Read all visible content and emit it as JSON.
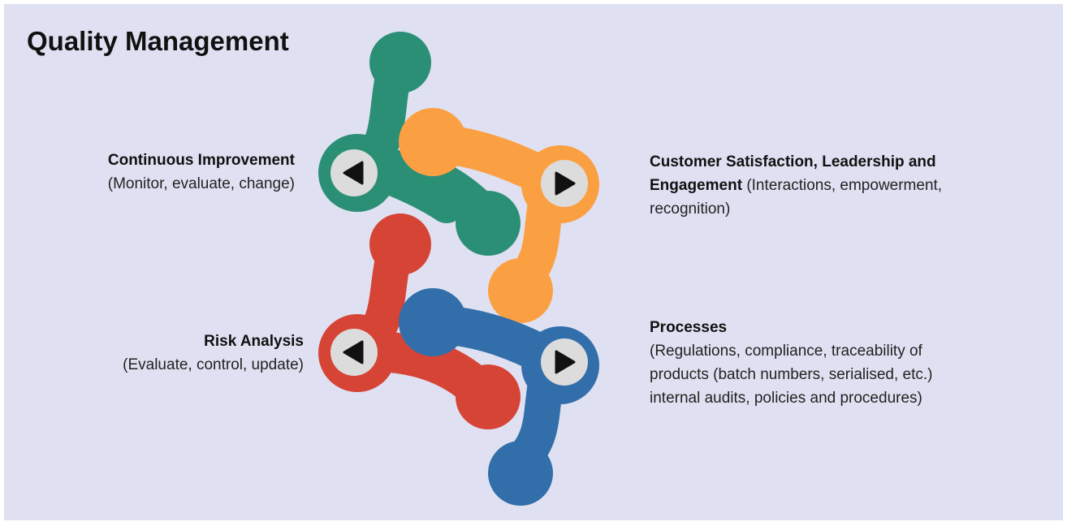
{
  "title": "Quality Management",
  "colors": {
    "background": "#dfe1f2",
    "green": "#2b8f76",
    "orange": "#fba042",
    "red": "#d64436",
    "blue": "#326ea9",
    "button": "#dcdcdc"
  },
  "items": [
    {
      "id": "continuous-improvement",
      "heading": "Continuous Improvement",
      "detail": "(Monitor, evaluate, change)",
      "color": "green",
      "arrow": "left"
    },
    {
      "id": "customer-satisfaction",
      "heading": "Customer Satisfaction, Leadership and Engagement",
      "detail": "(Interactions, empowerment, recognition)",
      "color": "orange",
      "arrow": "right"
    },
    {
      "id": "risk-analysis",
      "heading": "Risk Analysis",
      "detail": "(Evaluate, control, update)",
      "color": "red",
      "arrow": "left"
    },
    {
      "id": "processes",
      "heading": "Processes",
      "detail": "(Regulations, compliance, traceability of products (batch numbers, serialised, etc.) internal audits, policies and procedures)",
      "color": "blue",
      "arrow": "right"
    }
  ]
}
